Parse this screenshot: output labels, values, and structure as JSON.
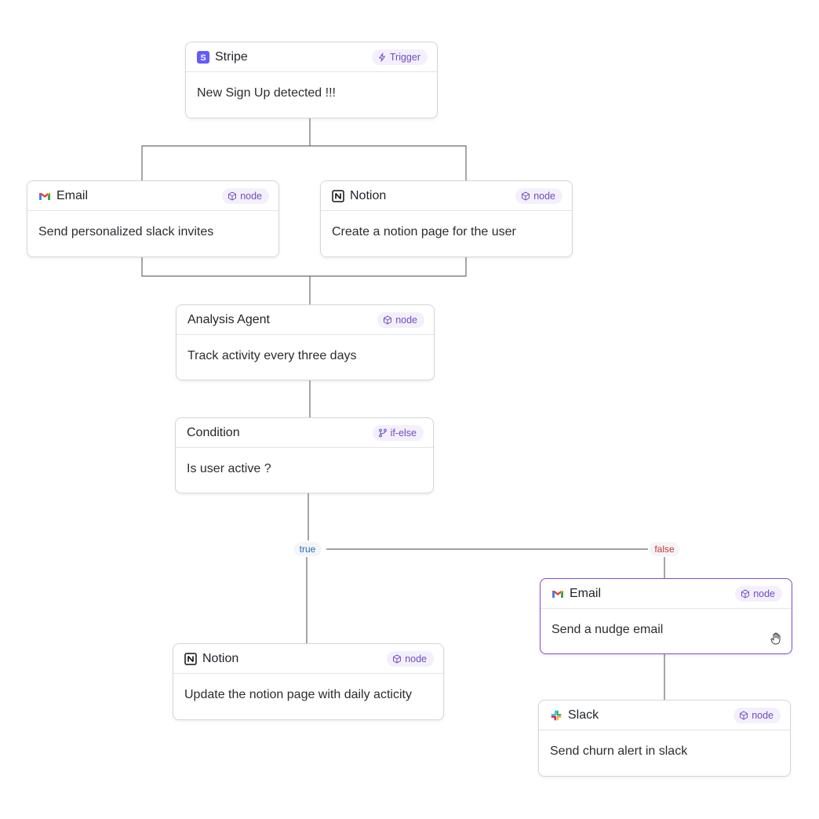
{
  "nodes": {
    "stripe": {
      "title": "Stripe",
      "icon": "stripe-icon",
      "badge": "Trigger",
      "badge_icon": "lightning-icon",
      "text": "New Sign Up detected !!!"
    },
    "email1": {
      "title": "Email",
      "icon": "gmail-icon",
      "badge": "node",
      "badge_icon": "cube-icon",
      "text": "Send personalized slack invites"
    },
    "notion1": {
      "title": "Notion",
      "icon": "notion-icon",
      "badge": "node",
      "badge_icon": "cube-icon",
      "text": "Create a notion page for the user"
    },
    "analysis": {
      "title": "Analysis Agent",
      "badge": "node",
      "badge_icon": "cube-icon",
      "text": "Track activity every three days"
    },
    "condition": {
      "title": "Condition",
      "badge": "if-else",
      "badge_icon": "branch-icon",
      "text": "Is user active ?"
    },
    "notion2": {
      "title": "Notion",
      "icon": "notion-icon",
      "badge": "node",
      "badge_icon": "cube-icon",
      "text": "Update the notion page with daily acticity"
    },
    "email2": {
      "title": "Email",
      "icon": "gmail-icon",
      "badge": "node",
      "badge_icon": "cube-icon",
      "text": "Send a nudge email",
      "selected": true
    },
    "slack": {
      "title": "Slack",
      "icon": "slack-icon",
      "badge": "node",
      "badge_icon": "cube-icon",
      "text": "Send churn alert in slack"
    }
  },
  "edge_labels": {
    "true": "true",
    "false": "false"
  },
  "colors": {
    "accent": "#7a4fd6",
    "badge_bg": "#f3f0fb",
    "badge_text": "#6e4cc4",
    "true": "#1f6fb5",
    "false": "#d13232",
    "edge": "#6b6b6b"
  }
}
